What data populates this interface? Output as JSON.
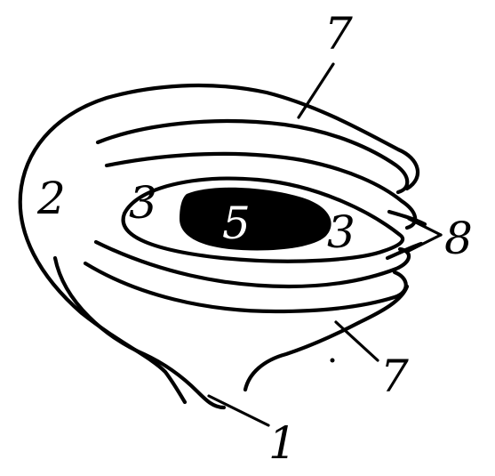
{
  "labels": {
    "integument_upper": "7",
    "integument_lower": "7",
    "chalaza": "2",
    "nucellus_left": "3",
    "nucellus_right": "3",
    "embryo_sac": "5",
    "micropyle": "8",
    "funiculus": "1"
  },
  "colors": {
    "ink": "#000000",
    "background": "#ffffff"
  }
}
